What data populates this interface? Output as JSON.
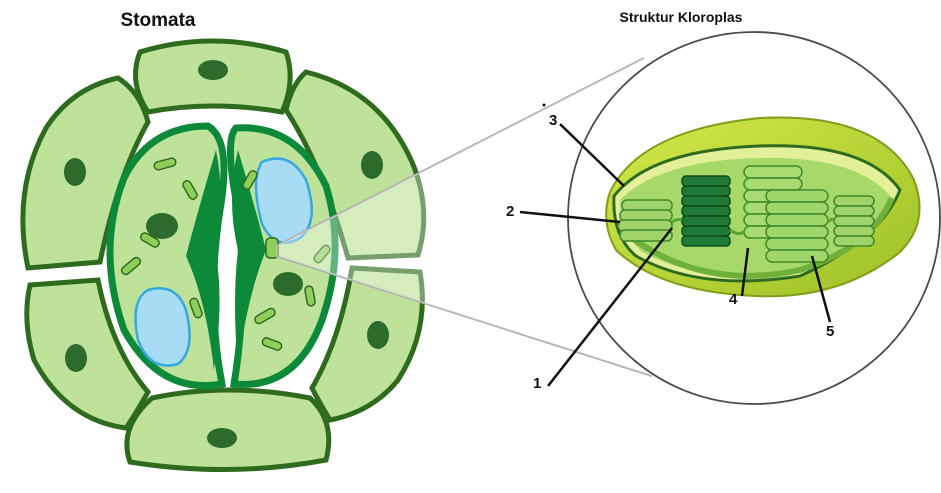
{
  "titles": {
    "stomata": "Stomata",
    "chloroplast": "Struktur Kloroplas"
  },
  "labels": {
    "l1": "1",
    "l2": "2",
    "l3": "3",
    "l4": "4",
    "l5": "5"
  },
  "colors": {
    "outline": "#2f6b1f",
    "cell_fill": "#bfe29a",
    "dark_green": "#0c8a3a",
    "nucleus": "#2c6b2c",
    "vacuole": "#a8dcf5",
    "vacuole_edge": "#36a9e1",
    "chloroplast_outer": "#bcd62a",
    "grana": "#8fce5a",
    "grana_dark": "#156b2c"
  }
}
